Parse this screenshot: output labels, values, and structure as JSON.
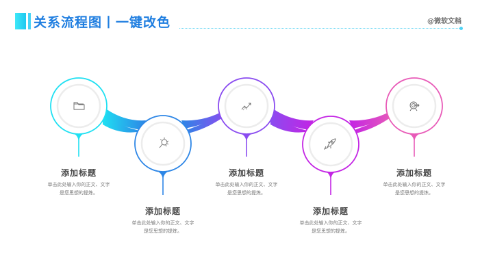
{
  "header": {
    "title": "关系流程图丨一键改色",
    "brand": "@微软文档",
    "accent_color": "#1f7ee0",
    "line_color": "#6fd8f4"
  },
  "steps": [
    {
      "title": "添加标题",
      "desc_line1": "单击此处输入你的正文、文字",
      "desc_line2": "是您思想的提炼。",
      "icon": "folder-icon",
      "color": "#1fe0f2"
    },
    {
      "title": "添加标题",
      "desc_line1": "单击此处输入你的正文、文字",
      "desc_line2": "是您思想的提炼。",
      "icon": "lightbulb-icon",
      "color": "#2d86e6"
    },
    {
      "title": "添加标题",
      "desc_line1": "单击此处输入你的正文、文字",
      "desc_line2": "是您思想的提炼。",
      "icon": "trend-chart-icon",
      "color": "#8a4cf0"
    },
    {
      "title": "添加标题",
      "desc_line1": "单击此处输入你的正文、文字",
      "desc_line2": "是您思想的提炼。",
      "icon": "rocket-icon",
      "color": "#c324e4"
    },
    {
      "title": "添加标题",
      "desc_line1": "单击此处输入你的正文、文字",
      "desc_line2": "是您思想的提炼。",
      "icon": "target-icon",
      "color": "#e85bb8"
    }
  ]
}
